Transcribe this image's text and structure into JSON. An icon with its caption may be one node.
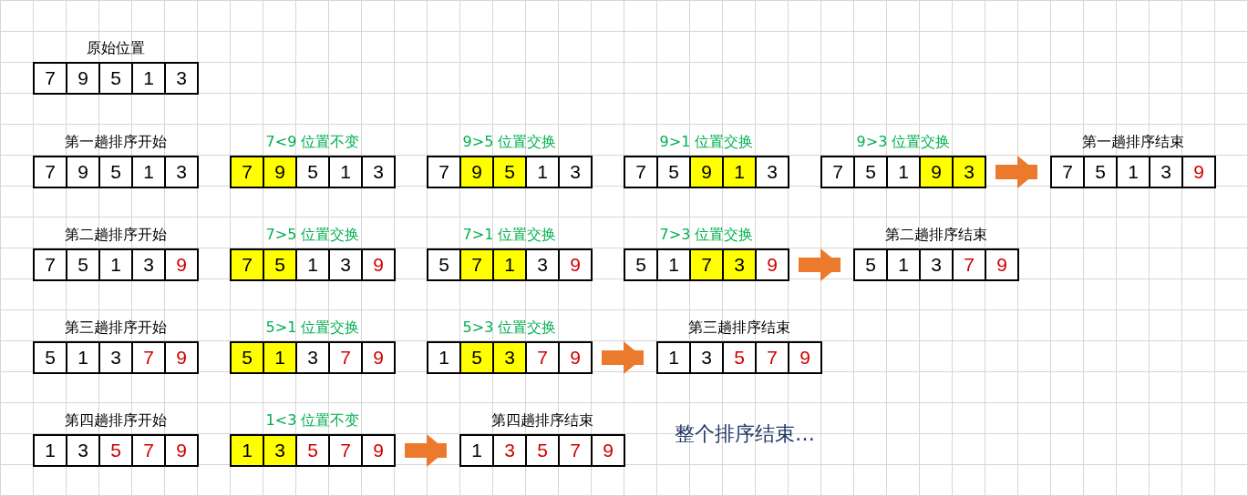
{
  "diagram": {
    "nodes": [
      {
        "text": [
          "原始位置"
        ]
      },
      {
        "text": [
          "7"
        ],
        "in": 0
      },
      {
        "text": [
          "9"
        ],
        "in": 0
      },
      {
        "text": [
          "5"
        ],
        "in": 0
      },
      {
        "text": [
          "1"
        ],
        "in": 0
      },
      {
        "text": [
          "3"
        ],
        "in": 0
      },
      {
        "text": [
          "第一趟排序开始"
        ]
      },
      {
        "text": [
          "7"
        ],
        "in": 6
      },
      {
        "text": [
          "9"
        ],
        "in": 6
      },
      {
        "text": [
          "5"
        ],
        "in": 6
      },
      {
        "text": [
          "1"
        ],
        "in": 6
      },
      {
        "text": [
          "3"
        ],
        "in": 6
      },
      {
        "text": [
          "7<9 位置不变"
        ]
      },
      {
        "text": [
          "7"
        ],
        "in": 12
      },
      {
        "text": [
          "9"
        ],
        "in": 12
      },
      {
        "text": [
          "5"
        ],
        "in": 12
      },
      {
        "text": [
          "1"
        ],
        "in": 12
      },
      {
        "text": [
          "3"
        ],
        "in": 12
      },
      {
        "text": [
          "9>5 位置交换"
        ]
      },
      {
        "text": [
          "7"
        ],
        "in": 18
      },
      {
        "text": [
          "9"
        ],
        "in": 18
      },
      {
        "text": [
          "5"
        ],
        "in": 18
      },
      {
        "text": [
          "1"
        ],
        "in": 18
      },
      {
        "text": [
          "3"
        ],
        "in": 18
      },
      {
        "text": [
          "9>1 位置交换"
        ]
      },
      {
        "text": [
          "7"
        ],
        "in": 24
      },
      {
        "text": [
          "5"
        ],
        "in": 24
      },
      {
        "text": [
          "9"
        ],
        "in": 24
      },
      {
        "text": [
          "1"
        ],
        "in": 24
      },
      {
        "text": [
          "3"
        ],
        "in": 24
      },
      {
        "text": [
          "9>3 位置交换"
        ]
      },
      {
        "text": [
          "7"
        ],
        "in": 30
      },
      {
        "text": [
          "5"
        ],
        "in": 30
      },
      {
        "text": [
          "1"
        ],
        "in": 30
      },
      {
        "text": [
          "9"
        ],
        "in": 30
      },
      {
        "text": [
          "3"
        ],
        "in": 30
      },
      {
        "text": [
          "第一趟排序结束"
        ]
      },
      {
        "text": [
          "7"
        ],
        "in": 36
      },
      {
        "text": [
          "5"
        ],
        "in": 36
      },
      {
        "text": [
          "1"
        ],
        "in": 36
      },
      {
        "text": [
          "3"
        ],
        "in": 36
      },
      {
        "text": [
          "9"
        ],
        "in": 36
      },
      {
        "text": [
          "第二趟排序开始"
        ]
      },
      {
        "text": [
          "7"
        ],
        "in": 42
      },
      {
        "text": [
          "5"
        ],
        "in": 42
      },
      {
        "text": [
          "1"
        ],
        "in": 42
      },
      {
        "text": [
          "3"
        ],
        "in": 42
      },
      {
        "text": [
          "9"
        ],
        "in": 42
      },
      {
        "text": [
          "7>5 位置交换"
        ]
      },
      {
        "text": [
          "7"
        ],
        "in": 48
      },
      {
        "text": [
          "5"
        ],
        "in": 48
      },
      {
        "text": [
          "1"
        ],
        "in": 48
      },
      {
        "text": [
          "3"
        ],
        "in": 48
      },
      {
        "text": [
          "9"
        ],
        "in": 48
      },
      {
        "text": [
          "7>1 位置交换"
        ]
      },
      {
        "text": [
          "5"
        ],
        "in": 54
      },
      {
        "text": [
          "7"
        ],
        "in": 54
      },
      {
        "text": [
          "1"
        ],
        "in": 54
      },
      {
        "text": [
          "3"
        ],
        "in": 54
      },
      {
        "text": [
          "9"
        ],
        "in": 54
      },
      {
        "text": [
          "7>3 位置交换"
        ]
      },
      {
        "text": [
          "5"
        ],
        "in": 60
      },
      {
        "text": [
          "1"
        ],
        "in": 60
      },
      {
        "text": [
          "7"
        ],
        "in": 60
      },
      {
        "text": [
          "3"
        ],
        "in": 60
      },
      {
        "text": [
          "9"
        ],
        "in": 60
      },
      {
        "text": [
          "第二趟排序结束"
        ]
      },
      {
        "text": [
          "5"
        ],
        "in": 66
      },
      {
        "text": [
          "1"
        ],
        "in": 66
      },
      {
        "text": [
          "3"
        ],
        "in": 66
      },
      {
        "text": [
          "7"
        ],
        "in": 66
      },
      {
        "text": [
          "9"
        ],
        "in": 66
      },
      {
        "text": [
          "第三趟排序开始"
        ]
      },
      {
        "text": [
          "5"
        ],
        "in": 72
      },
      {
        "text": [
          "1"
        ],
        "in": 72
      },
      {
        "text": [
          "3"
        ],
        "in": 72
      },
      {
        "text": [
          "7"
        ],
        "in": 72
      },
      {
        "text": [
          "9"
        ],
        "in": 72
      },
      {
        "text": [
          "5>1 位置交换"
        ]
      },
      {
        "text": [
          "5"
        ],
        "in": 78
      },
      {
        "text": [
          "1"
        ],
        "in": 78
      },
      {
        "text": [
          "3"
        ],
        "in": 78
      },
      {
        "text": [
          "7"
        ],
        "in": 78
      },
      {
        "text": [
          "9"
        ],
        "in": 78
      },
      {
        "text": [
          "5>3 位置交换"
        ]
      },
      {
        "text": [
          "1"
        ],
        "in": 84
      },
      {
        "text": [
          "5"
        ],
        "in": 84
      },
      {
        "text": [
          "3"
        ],
        "in": 84
      },
      {
        "text": [
          "7"
        ],
        "in": 84
      },
      {
        "text": [
          "9"
        ],
        "in": 84
      },
      {
        "text": [
          "第三趟排序结束"
        ]
      },
      {
        "text": [
          "1"
        ],
        "in": 90
      },
      {
        "text": [
          "3"
        ],
        "in": 90
      },
      {
        "text": [
          "5"
        ],
        "in": 90
      },
      {
        "text": [
          "7"
        ],
        "in": 90
      },
      {
        "text": [
          "9"
        ],
        "in": 90
      },
      {
        "text": [
          "第四趟排序开始"
        ]
      },
      {
        "text": [
          "1"
        ],
        "in": 96
      },
      {
        "text": [
          "3"
        ],
        "in": 96
      },
      {
        "text": [
          "5"
        ],
        "in": 96
      },
      {
        "text": [
          "7"
        ],
        "in": 96
      },
      {
        "text": [
          "9"
        ],
        "in": 96
      },
      {
        "text": [
          "1<3 位置不变"
        ]
      },
      {
        "text": [
          "1"
        ],
        "in": 102
      },
      {
        "text": [
          "3"
        ],
        "in": 102
      },
      {
        "text": [
          "5"
        ],
        "in": 102
      },
      {
        "text": [
          "7"
        ],
        "in": 102
      },
      {
        "text": [
          "9"
        ],
        "in": 102
      },
      {
        "text": [
          "第四趟排序结束"
        ]
      },
      {
        "text": [
          "1"
        ],
        "in": 108
      },
      {
        "text": [
          "3"
        ],
        "in": 108
      },
      {
        "text": [
          "5"
        ],
        "in": 108
      },
      {
        "text": [
          "7"
        ],
        "in": 108
      },
      {
        "text": [
          "9"
        ],
        "in": 108
      }
    ],
    "edges": [
      {
        "from": 30,
        "to": 36,
        "arrow": "to"
      },
      {
        "from": 60,
        "to": 66,
        "arrow": "to"
      },
      {
        "from": 84,
        "to": 90,
        "arrow": "to"
      },
      {
        "from": 102,
        "to": 108,
        "arrow": "to"
      }
    ],
    "labels": [
      "整个排序结束…"
    ]
  }
}
